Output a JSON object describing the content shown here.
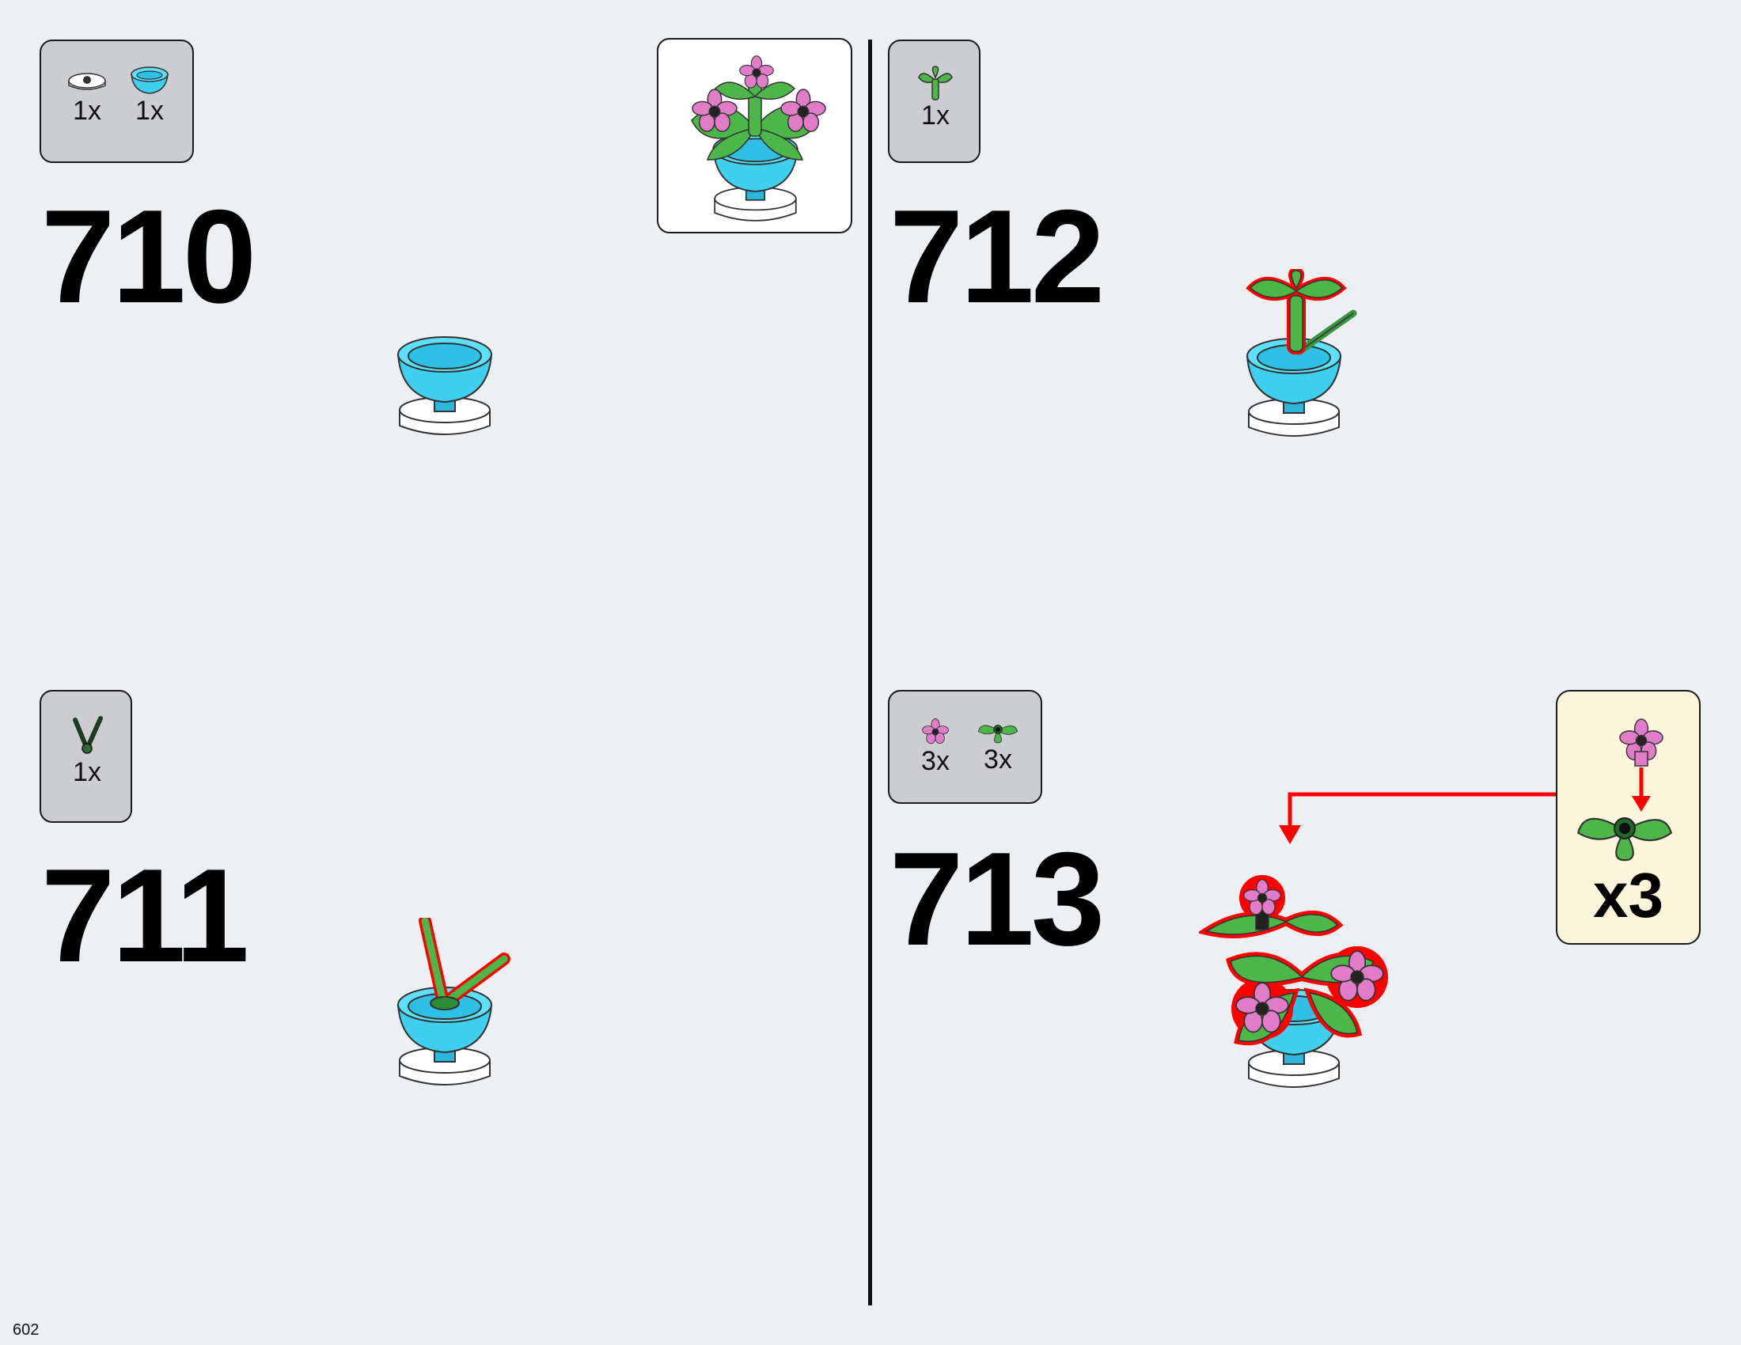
{
  "page_number": "602",
  "colors": {
    "background": "#ecf0f3",
    "parts_box": "#cbcdd0",
    "subassembly_box": "#fdf6dc",
    "highlight": "#ff0000",
    "bowl": "#3fd0f0",
    "leaf": "#4cb648",
    "flower": "#e07cc8"
  },
  "steps": [
    {
      "number": "710",
      "parts": [
        {
          "icon": "white-round-plate-icon",
          "qty": "1x"
        },
        {
          "icon": "azure-bowl-icon",
          "qty": "1x"
        }
      ]
    },
    {
      "number": "711",
      "parts": [
        {
          "icon": "green-stem-icon",
          "qty": "1x"
        }
      ]
    },
    {
      "number": "712",
      "parts": [
        {
          "icon": "green-leaf-stem-icon",
          "qty": "1x"
        }
      ]
    },
    {
      "number": "713",
      "parts": [
        {
          "icon": "pink-flower-icon",
          "qty": "3x"
        },
        {
          "icon": "green-leaf-plate-icon",
          "qty": "3x"
        }
      ],
      "subassembly_multiplier": "x3"
    }
  ]
}
